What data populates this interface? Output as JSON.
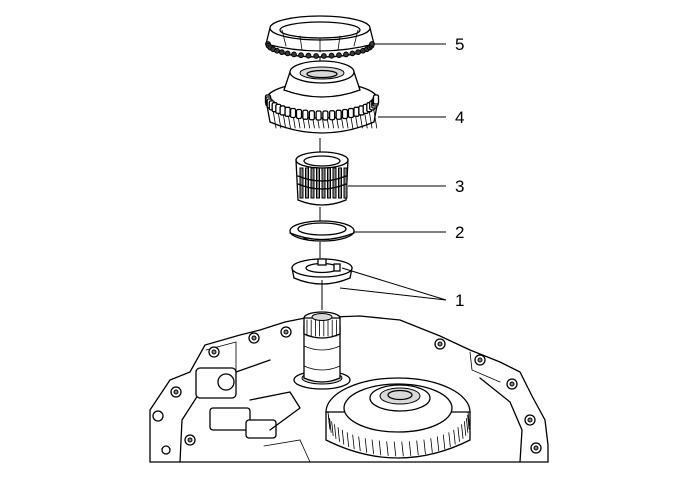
{
  "callouts": [
    {
      "id": "5",
      "label": "5"
    },
    {
      "id": "4",
      "label": "4"
    },
    {
      "id": "3",
      "label": "3"
    },
    {
      "id": "2",
      "label": "2"
    },
    {
      "id": "1",
      "label": "1"
    }
  ],
  "colors": {
    "ink": "#000000",
    "shade": "#8a8a8a",
    "background": "#ffffff"
  }
}
